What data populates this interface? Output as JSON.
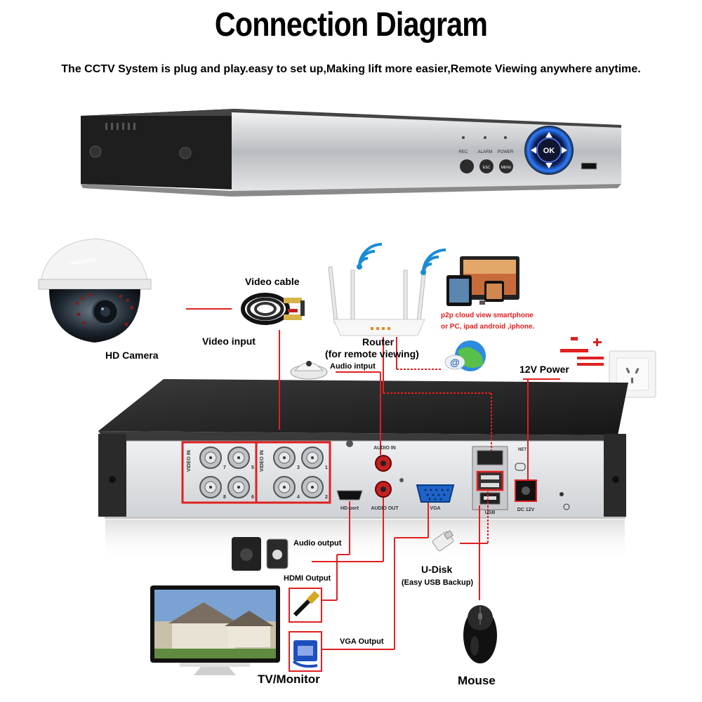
{
  "header": {
    "title": "Connection Diagram",
    "subtitle": "The CCTV System is plug and play.easy to set up,Making lift more easier,Remote Viewing anywhere anytime."
  },
  "dvr_front": {
    "rec": "REC",
    "alarm": "ALARM",
    "power": "POWER",
    "esc": "ESC",
    "menu": "MENU",
    "ok": "OK"
  },
  "camera": {
    "brand": "HKIXDISTE",
    "label": "HD Camera"
  },
  "cable": {
    "title": "Video cable",
    "input": "Video input"
  },
  "router": {
    "label_1": "Router",
    "label_2": "(for remote viewing)"
  },
  "p2p": {
    "line_1": "p2p cloud  view smartphone",
    "line_2": "or PC, ipad android ,iphone."
  },
  "audio_input": "Audio intput",
  "power": {
    "label": "12V Power"
  },
  "dvr_back": {
    "video_in": "VIDEO IN",
    "audio_in": "AUDIO IN",
    "audio_out": "AUDIO OUT",
    "hd_port": "HD-port",
    "vga": "VGA",
    "net": "NET",
    "usb": "USB",
    "dc": "DC 12V",
    "ports": [
      "7",
      "5",
      "3",
      "1",
      "8",
      "6",
      "4",
      "2"
    ]
  },
  "outputs": {
    "audio_output": "Audio output",
    "hdmi_output": "HDMI Output",
    "vga_output": "VGA Output",
    "udisk_1": "U-Disk",
    "udisk_2": "(Easy USB Backup)",
    "tv": "TV/Monitor",
    "mouse": "Mouse"
  },
  "colors": {
    "wire": "#e02020",
    "dvr_body": "#2a2a2a",
    "panel": "#d9dbde",
    "accent_blue": "#1e5bd8"
  }
}
